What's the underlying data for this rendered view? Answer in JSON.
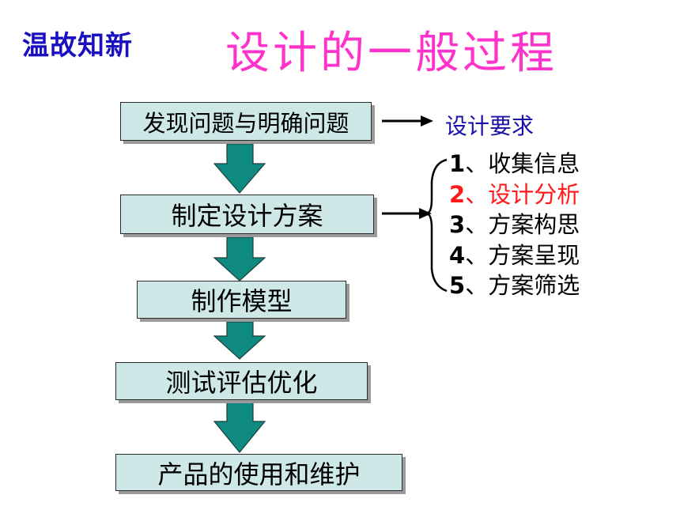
{
  "header": {
    "review_title": "温故知新",
    "main_title": "设计的一般过程"
  },
  "flow": {
    "steps": [
      "发现问题与明确问题",
      "制定设计方案",
      "制作模型",
      "测试评估优化",
      "产品的使用和维护"
    ]
  },
  "outputs": {
    "requirement_label": "设计要求",
    "plan_substeps": [
      {
        "num": "1",
        "sep": "、",
        "text": "收集信息"
      },
      {
        "num": "2",
        "sep": "、",
        "text": "设计分析"
      },
      {
        "num": "3",
        "sep": "、",
        "text": "方案构思"
      },
      {
        "num": "4",
        "sep": "、",
        "text": "方案呈现"
      },
      {
        "num": "5",
        "sep": "、",
        "text": "方案筛选"
      }
    ]
  },
  "colors": {
    "review_title": "#1a10c0",
    "main_title": "#ff33cc",
    "box_fill": "#cde8e6",
    "flow_arrow": "#0f8a80",
    "requirement_label": "#1a10a8",
    "highlight_item": "#ff1a1a"
  }
}
